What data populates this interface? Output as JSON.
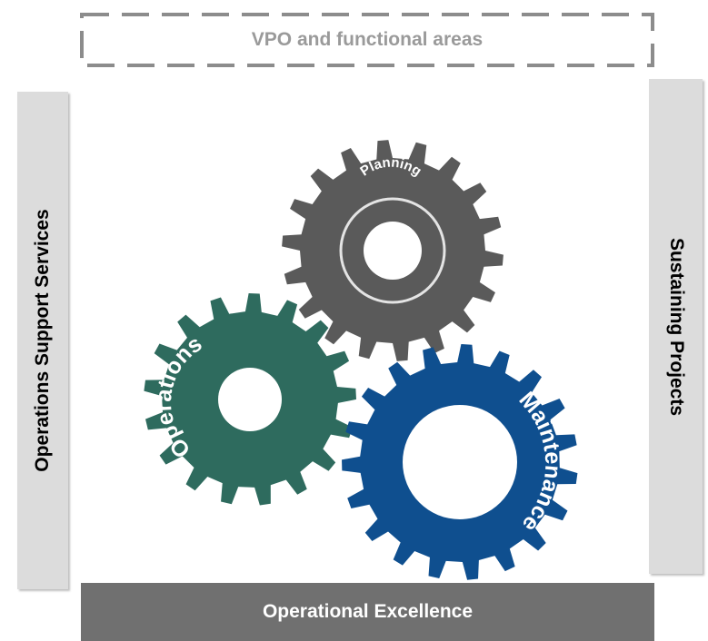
{
  "header": {
    "label": "VPO and functional areas"
  },
  "left_bar": {
    "label": "Operations Support Services"
  },
  "right_bar": {
    "label": "Sustaining Projects"
  },
  "bottom_bar": {
    "label": "Operational Excellence"
  },
  "gears": [
    {
      "id": "planning",
      "label": "Planning",
      "color": "#5a5a5a"
    },
    {
      "id": "operations",
      "label": "Operations",
      "color": "#2e6b5e"
    },
    {
      "id": "maintenance",
      "label": "Maintenance",
      "color": "#0f4f8f"
    }
  ],
  "colors": {
    "side_bar": "#dcdcdc",
    "bottom_bar": "#707070",
    "dashed_border": "#8c8c8c",
    "header_text": "#9a9a9a"
  }
}
